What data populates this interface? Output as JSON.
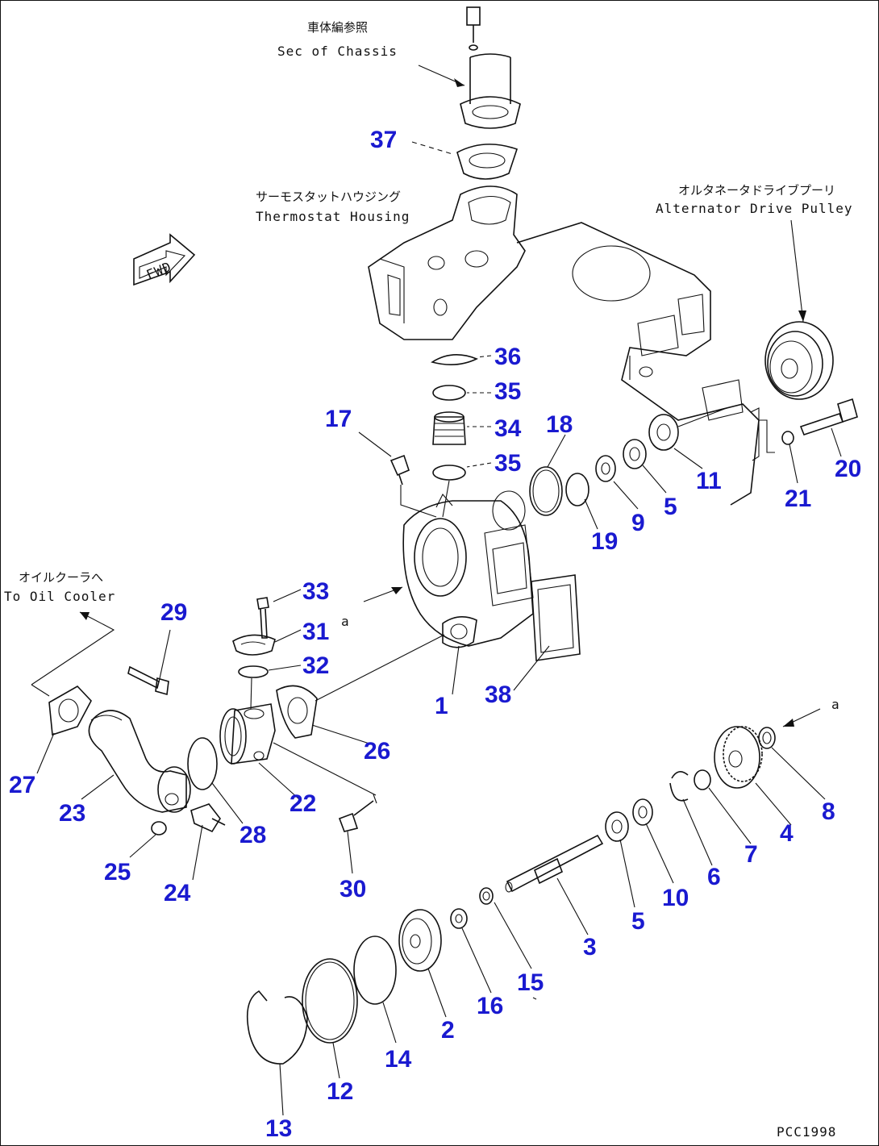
{
  "labels": {
    "chassis_jp": "車体編参照",
    "chassis_en": "Sec of Chassis",
    "thermo_jp": "サーモスタットハウジング",
    "thermo_en": "Thermostat Housing",
    "alt_jp": "オルタネータドライブプーリ",
    "alt_en": "Alternator Drive Pulley",
    "oil_jp": "オイルクーラへ",
    "oil_en": "To Oil Cooler",
    "fwd": "FWD",
    "view_a1": "a",
    "view_a2": "a",
    "drawing_code": "PCC1998"
  },
  "parts": {
    "p1": "1",
    "p2": "2",
    "p3": "3",
    "p4": "4",
    "p5a": "5",
    "p5b": "5",
    "p6": "6",
    "p7": "7",
    "p8": "8",
    "p9": "9",
    "p10": "10",
    "p11": "11",
    "p12": "12",
    "p13": "13",
    "p14": "14",
    "p15": "15",
    "p16": "16",
    "p17": "17",
    "p18": "18",
    "p19": "19",
    "p20": "20",
    "p21": "21",
    "p22": "22",
    "p23": "23",
    "p24": "24",
    "p25": "25",
    "p26": "26",
    "p27": "27",
    "p28": "28",
    "p29": "29",
    "p30": "30",
    "p31": "31",
    "p32": "32",
    "p33": "33",
    "p34": "34",
    "p35a": "35",
    "p35b": "35",
    "p36": "36",
    "p37": "37",
    "p38": "38"
  },
  "colors": {
    "part_number": "#1a1ad0",
    "line": "#111111"
  }
}
